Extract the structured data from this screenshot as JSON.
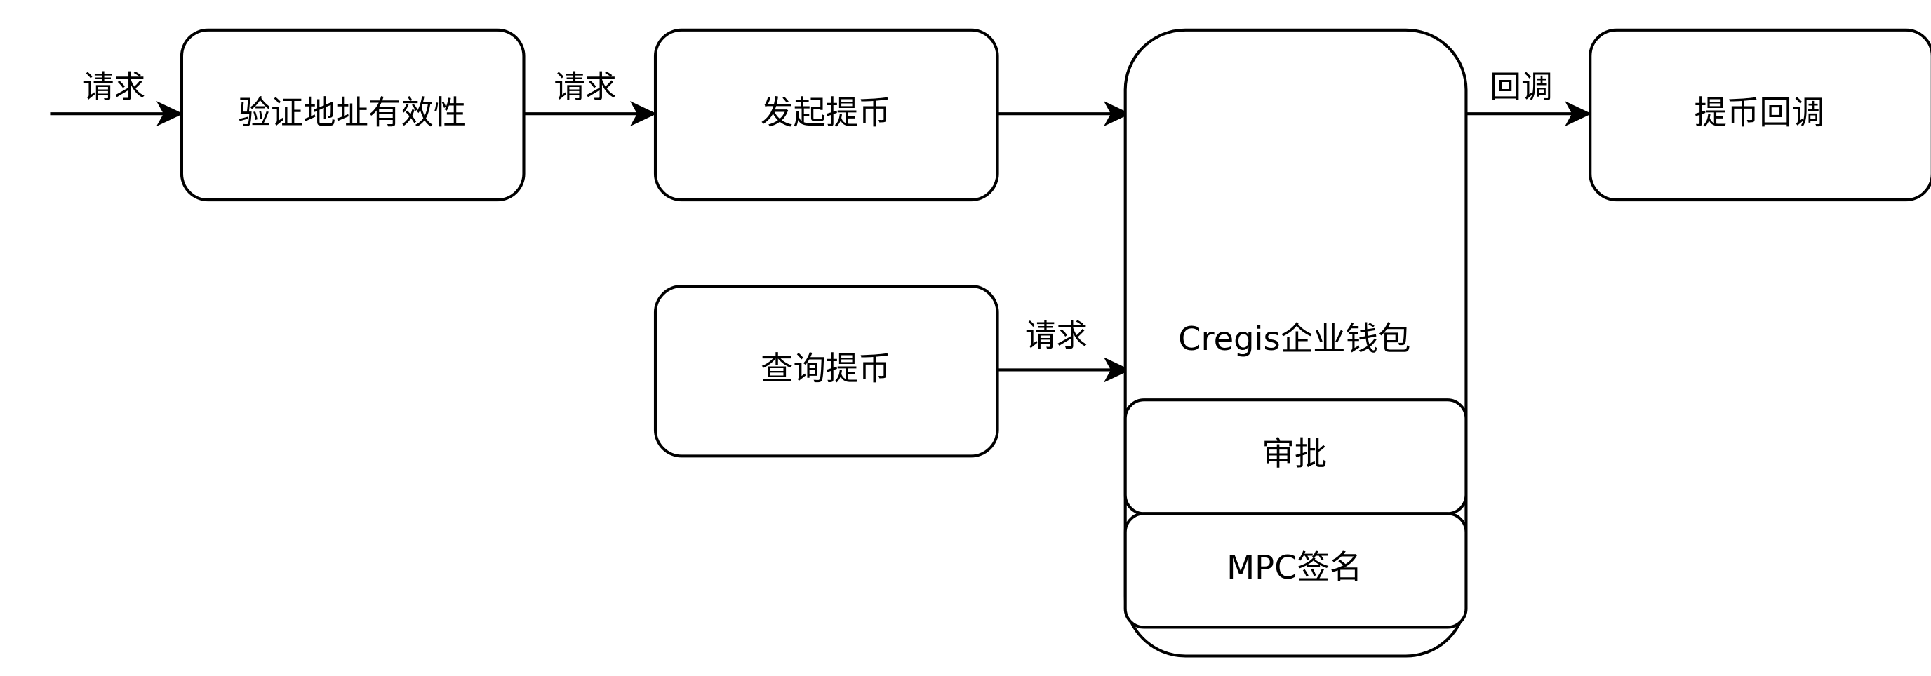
{
  "nodes": {
    "validate": "验证地址有效性",
    "initiate": "发起提币",
    "query": "查询提币",
    "wallet": "Cregis企业钱包",
    "approval": "审批",
    "mpc": "MPC签名",
    "callback": "提币回调"
  },
  "edges": {
    "request_in": "请求",
    "request_to_initiate": "请求",
    "request_from_query": "请求",
    "callback": "回调"
  }
}
